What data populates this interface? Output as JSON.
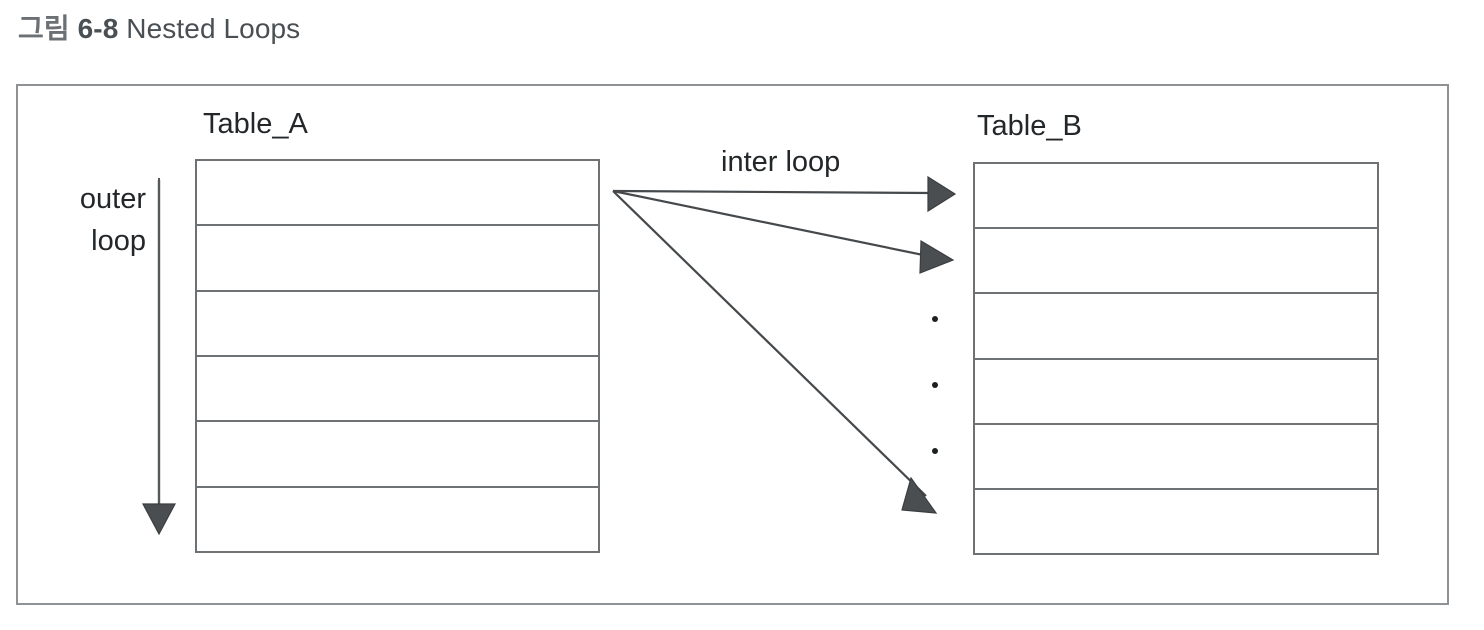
{
  "caption": {
    "figure_label": "그림",
    "figure_number": "6-8",
    "title": "Nested Loops"
  },
  "diagram": {
    "table_a_label": "Table_A",
    "table_b_label": "Table_B",
    "inter_loop_label": "inter loop",
    "outer_loop_label_line1": "outer",
    "outer_loop_label_line2": "loop",
    "table_a_row_count": 6,
    "table_b_row_count": 6,
    "ellipsis_dot_count": 3,
    "arrow_count_inter_loop": 3,
    "colors": {
      "frame_border": "#8e9295",
      "table_border": "#6e7275",
      "arrow": "#3f4346",
      "text": "#23272a",
      "caption_text": "#4a4f53",
      "caption_label": "#6b7074",
      "background": "#ffffff"
    }
  }
}
